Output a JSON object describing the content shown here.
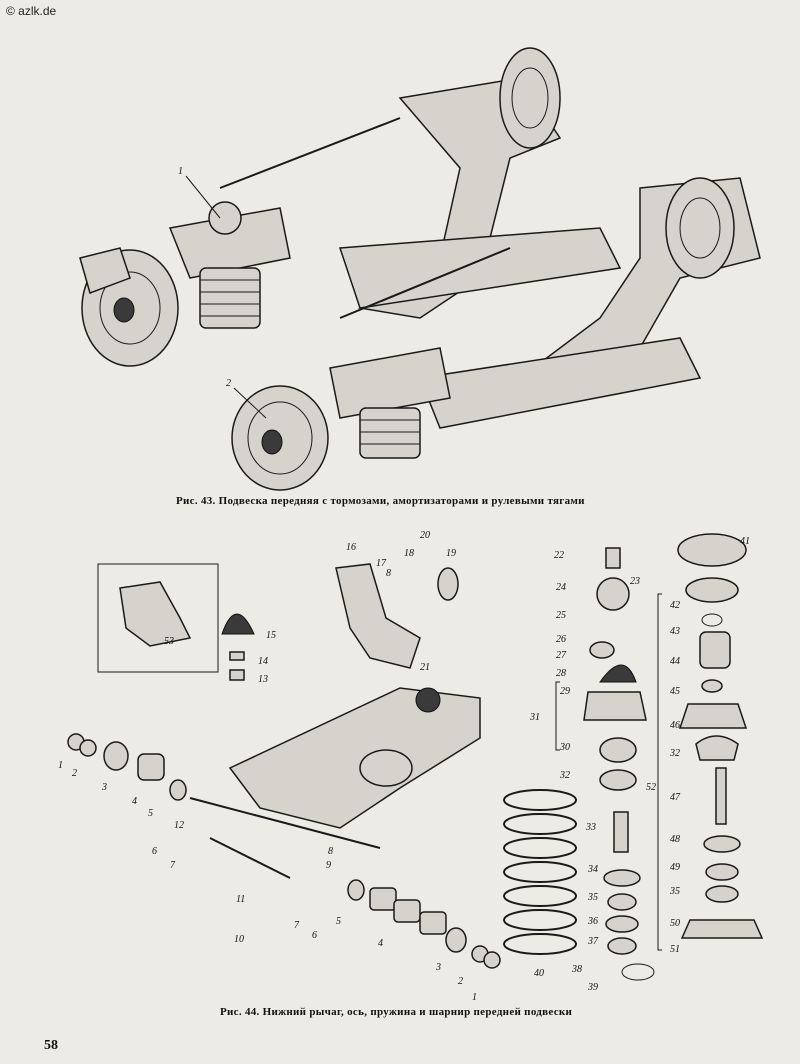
{
  "watermark": "© azlk.de",
  "figure43": {
    "caption": "Рис. 43. Подвеска передняя с тормозами, амортизаторами и рулевыми тягами",
    "callouts": [
      "1",
      "2"
    ]
  },
  "figure44": {
    "caption": "Рис. 44. Нижний рычаг, ось, пружина и шарнир передней подвески",
    "callouts": [
      "1",
      "2",
      "3",
      "4",
      "5",
      "6",
      "7",
      "8",
      "9",
      "10",
      "11",
      "12",
      "13",
      "14",
      "15",
      "16",
      "17",
      "18",
      "19",
      "20",
      "21",
      "22",
      "23",
      "24",
      "25",
      "26",
      "27",
      "28",
      "29",
      "30",
      "31",
      "32",
      "33",
      "34",
      "35",
      "36",
      "37",
      "38",
      "39",
      "40",
      "41",
      "42",
      "43",
      "44",
      "45",
      "46",
      "47",
      "48",
      "49",
      "50",
      "51",
      "52",
      "53"
    ]
  },
  "page_number": "58"
}
